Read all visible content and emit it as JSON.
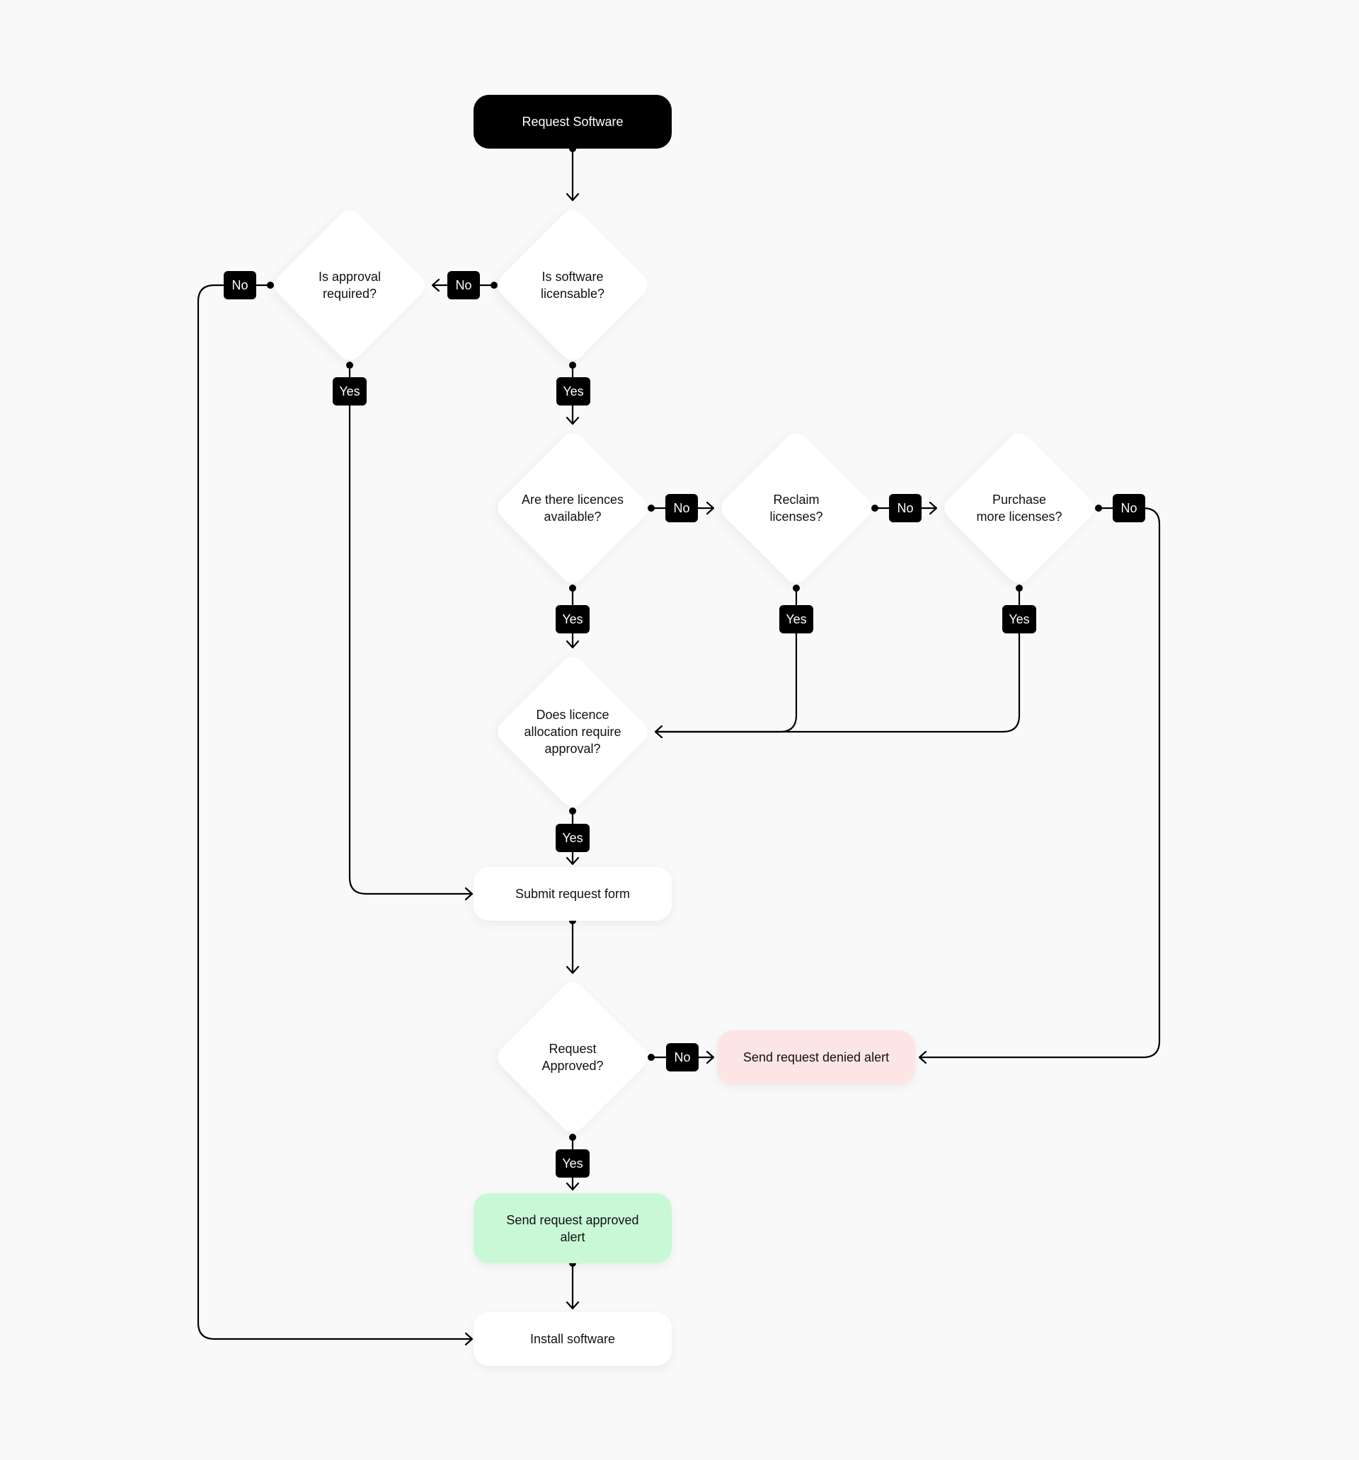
{
  "colors": {
    "background": "#f9f9f9",
    "terminal": "#000000",
    "denied_alert": "#fde5e5",
    "approved_alert": "#c9f8d6",
    "connector": "#000000"
  },
  "nodes": {
    "request_software": "Request Software",
    "is_software_licensable": "Is software\nlicensable?",
    "is_approval_required": "Is approval\nrequired?",
    "are_licences_available": "Are there licences\navailable?",
    "reclaim_licenses": "Reclaim\nlicenses?",
    "purchase_more_licenses": "Purchase\nmore licenses?",
    "licence_allocation_approval": "Does licence\nallocation require\napproval?",
    "submit_request_form": "Submit request form",
    "request_approved": "Request\nApproved?",
    "send_request_denied_alert": "Send request denied alert",
    "send_request_approved_alert": "Send request approved\nalert",
    "install_software": "Install software"
  },
  "labels": {
    "yes": "Yes",
    "no": "No"
  }
}
